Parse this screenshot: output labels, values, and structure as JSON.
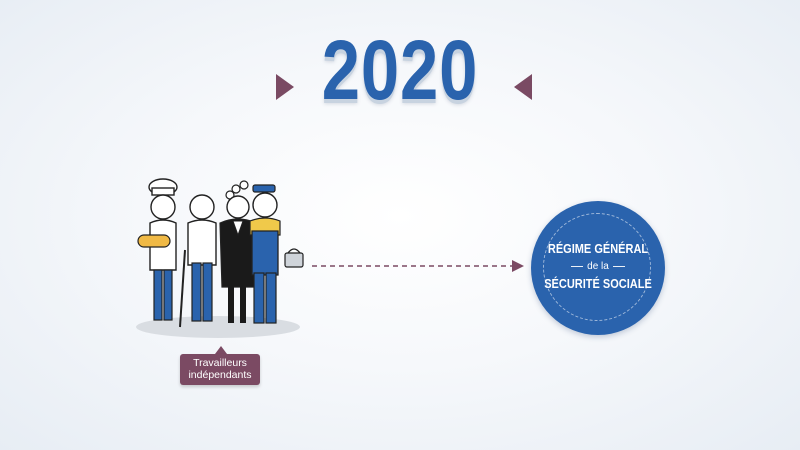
{
  "year": "2020",
  "label_independants": {
    "line1": "Travailleurs",
    "line2": "indépendants"
  },
  "regime": {
    "line1": "RÉGIME GÉNÉRAL",
    "line2": "de la",
    "line3": "SÉCURITÉ SOCIALE"
  },
  "colors": {
    "blue": "#2a63ad",
    "plum": "#7b4a63",
    "background": "#f6f8fb"
  }
}
